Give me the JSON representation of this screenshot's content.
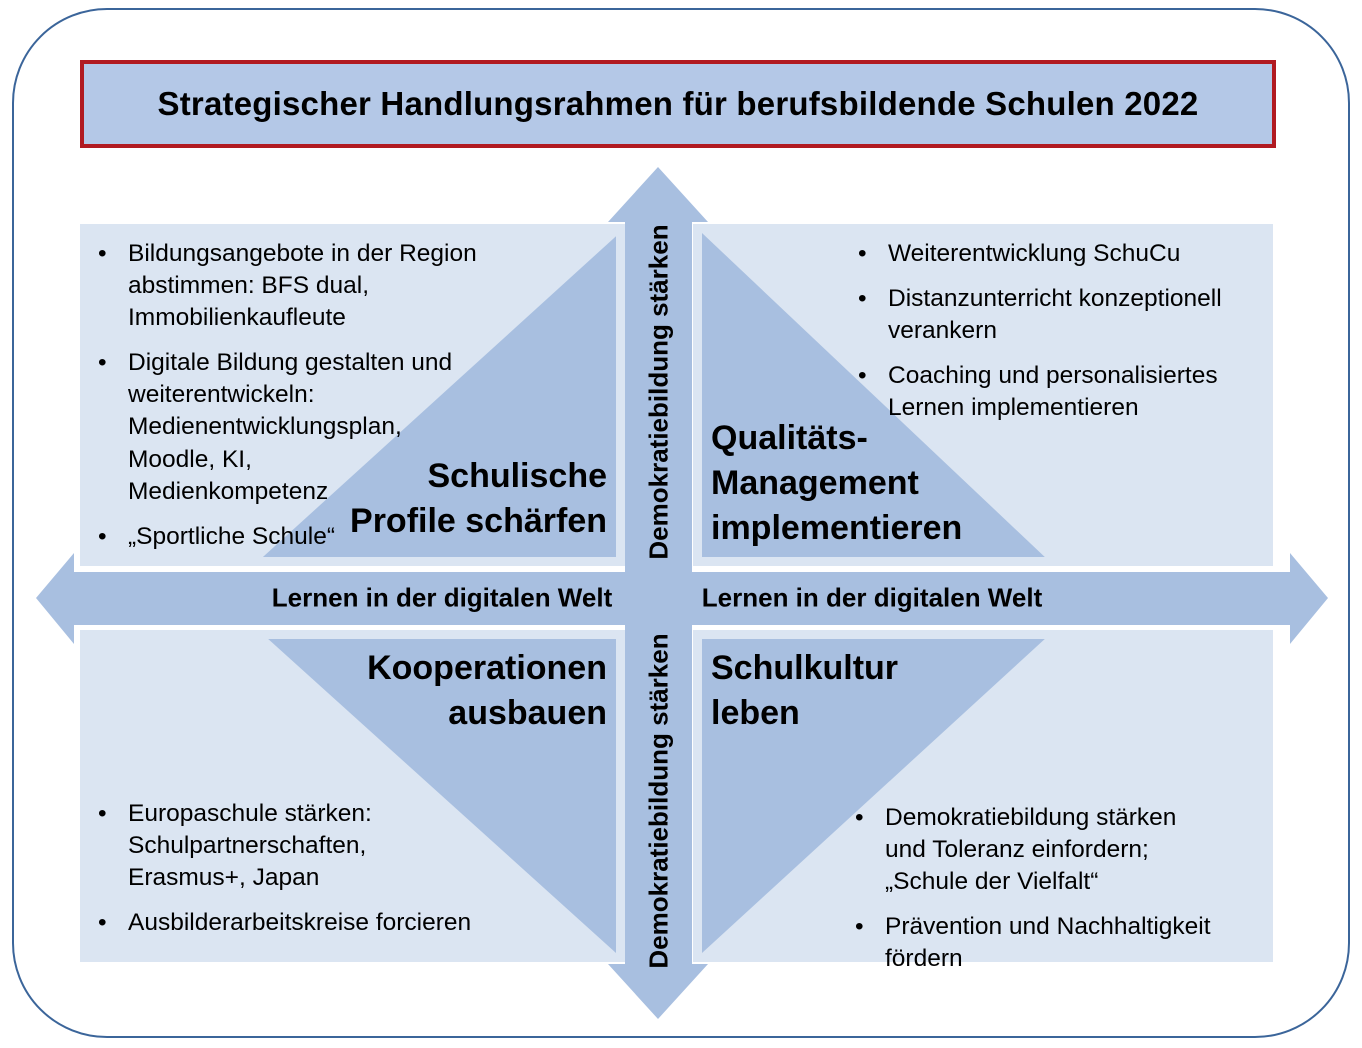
{
  "ui": {
    "bullet_char": "•"
  },
  "title": "Strategischer Handlungsrahmen für berufsbildende Schulen 2022",
  "axes": {
    "vertical_label": "Demokratiebildung stärken",
    "horizontal_label": "Lernen in der digitalen Welt"
  },
  "quadrants": {
    "top_left": {
      "title": "Schulische\nProfile schärfen",
      "bullets": [
        "Bildungsangebote in der Region\nabstimmen: BFS dual,\nImmobilienkaufleute",
        "Digitale Bildung gestalten und\nweiterentwickeln:\nMedienentwicklungsplan,\nMoodle, KI,\nMedienkompetenz",
        "„Sportliche Schule“"
      ]
    },
    "top_right": {
      "title": "Qualitäts-\nManagement\nimplementieren",
      "bullets": [
        "Weiterentwicklung SchuCu",
        "Distanzunterricht konzeptionell\nverankern",
        "Coaching und personalisiertes\nLernen implementieren"
      ]
    },
    "bottom_left": {
      "title": "Kooperationen\nausbauen",
      "bullets": [
        "Europaschule stärken:\nSchulpartnerschaften,\nErasmus+, Japan",
        "Ausbilderarbeitskreise forcieren"
      ]
    },
    "bottom_right": {
      "title": "Schulkultur\nleben",
      "bullets": [
        "Demokratiebildung stärken\nund Toleranz einfordern;\n„Schule der Vielfalt“",
        "Prävention und Nachhaltigkeit\nfördern"
      ]
    }
  },
  "colors": {
    "accent_dark": "#a8bfe0",
    "box_bg": "#dbe5f2",
    "title_bg": "#b4c8e7",
    "title_border": "#b11a21",
    "outer_border": "#3b659a",
    "text": "#000000"
  }
}
